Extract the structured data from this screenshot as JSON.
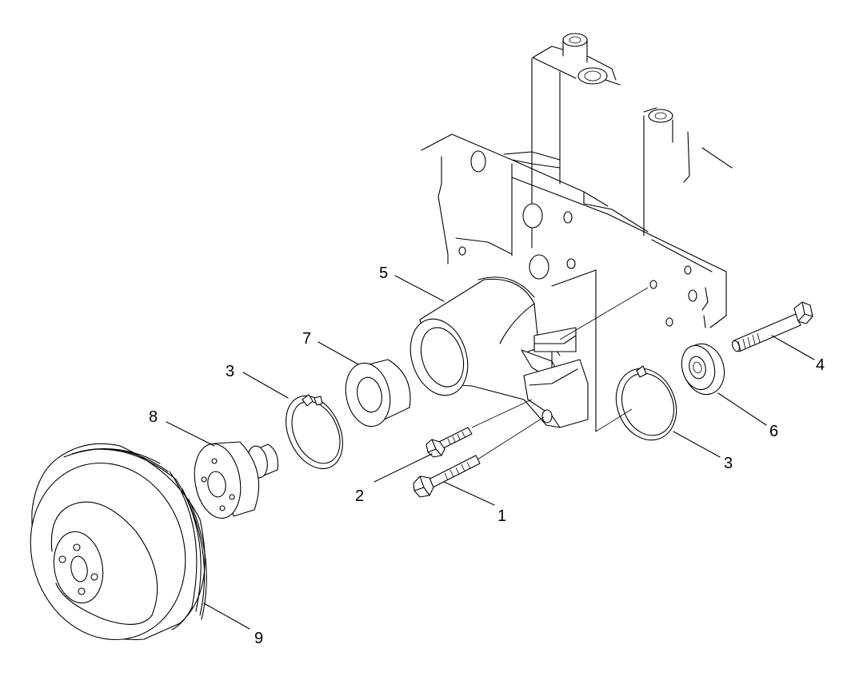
{
  "callouts": {
    "c1": "1",
    "c2": "2",
    "c3a": "3",
    "c3b": "3",
    "c4": "4",
    "c5": "5",
    "c6": "6",
    "c7": "7",
    "c8": "8",
    "c9": "9"
  }
}
